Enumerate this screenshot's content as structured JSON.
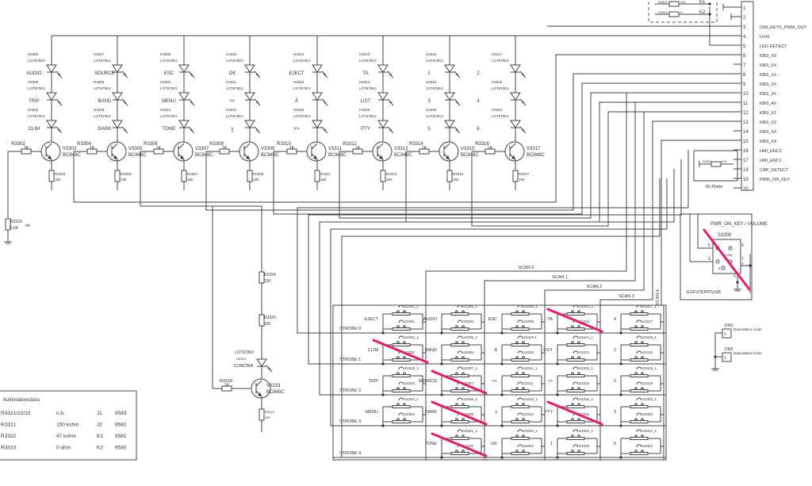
{
  "led_columns": [
    {
      "leds": [
        {
          "ref": "H3305",
          "type": "LOT670K2",
          "label": "AUDIO"
        },
        {
          "ref": "H3303",
          "type": "LOT670K2",
          "label": "TRIP"
        },
        {
          "ref": "H3302",
          "type": "LOT670K2",
          "label": "CLIM"
        }
      ],
      "base_res": {
        "ref": "R3302",
        "value": "1K"
      },
      "transistor": {
        "ref": "V3303",
        "type": "BC848C"
      },
      "emitter_res": {
        "ref": "R3303",
        "value": "180"
      }
    },
    {
      "leds": [
        {
          "ref": "H3307",
          "type": "LOT670K2",
          "label": "SOURCE"
        },
        {
          "ref": "H3306",
          "type": "LOT670K2",
          "label": "BAND"
        },
        {
          "ref": "H3308",
          "type": "LOT670K2",
          "label": "DARK"
        }
      ],
      "base_res": {
        "ref": "R3304",
        "value": "1K"
      },
      "transistor": {
        "ref": "V3305",
        "type": "BC848C"
      },
      "emitter_res": {
        "ref": "R3305",
        "value": "180"
      }
    },
    {
      "leds": [
        {
          "ref": "H3309",
          "type": "LOT670K2",
          "label": "ESC"
        },
        {
          "ref": "H3304",
          "type": "LOT670K2",
          "label": "MENU"
        },
        {
          "ref": "H3321",
          "type": "LOT670K2",
          "label": "TONE"
        }
      ],
      "base_res": {
        "ref": "R3306",
        "value": "1K"
      },
      "transistor": {
        "ref": "V3307",
        "type": "BC848C"
      },
      "emitter_res": {
        "ref": "R3307",
        "value": "180"
      }
    },
    {
      "leds": [
        {
          "ref": "H3322",
          "type": "LOT670K2",
          "label": "OK"
        },
        {
          "ref": "H3311",
          "type": "LOT670K2",
          "label": "<<"
        },
        {
          "ref": "H3312",
          "type": "LOT670K2",
          "label": "v"
        }
      ],
      "base_res": {
        "ref": "R3308",
        "value": "1K"
      },
      "transistor": {
        "ref": "V3309",
        "type": "BC848C"
      },
      "emitter_res": {
        "ref": "R3309",
        "value": "180"
      }
    },
    {
      "leds": [
        {
          "ref": "H3301",
          "type": "LOT670K2",
          "label": "EJECT"
        },
        {
          "ref": "H3310",
          "type": "LOT670K2",
          "label": "Ā"
        },
        {
          "ref": "H3315",
          "type": "LOT670K2",
          "label": ">>"
        }
      ],
      "base_res": {
        "ref": "R3310",
        "value": "1K"
      },
      "transistor": {
        "ref": "V3311",
        "type": "BC848C"
      },
      "emitter_res": {
        "ref": "R3311",
        "value": "180"
      }
    },
    {
      "leds": [
        {
          "ref": "H3313",
          "type": "LOT670K2",
          "label": "TA"
        },
        {
          "ref": "H3314",
          "type": "LOT670K2",
          "label": "LIST"
        },
        {
          "ref": "H3316",
          "type": "LOT670K2",
          "label": "PTY"
        }
      ],
      "base_res": {
        "ref": "R3312",
        "value": "1K"
      },
      "transistor": {
        "ref": "V3313",
        "type": "BC848C"
      },
      "emitter_res": {
        "ref": "R3313",
        "value": "180"
      }
    },
    {
      "leds": [
        {
          "ref": "H3323",
          "type": "LOT670K2",
          "label": "1"
        },
        {
          "ref": "H3318",
          "type": "LOT670K2",
          "label": "3"
        },
        {
          "ref": "H3320",
          "type": "LOT670K2",
          "label": "5"
        }
      ],
      "base_res": {
        "ref": "R3314",
        "value": "1K"
      },
      "transistor": {
        "ref": "V3315",
        "type": "BC848C"
      },
      "emitter_res": {
        "ref": "R3315",
        "value": "180"
      }
    },
    {
      "leds": [
        {
          "ref": "H3317",
          "type": "LOT670K2",
          "label": "2"
        },
        {
          "ref": "H3319",
          "type": "LOT670K2",
          "label": "4"
        },
        {
          "ref": "H3324",
          "type": "LOT670K2",
          "label": "6"
        }
      ],
      "base_res": {
        "ref": "R3316",
        "value": "1K"
      },
      "transistor": {
        "ref": "V3317",
        "type": "BC848C"
      },
      "emitter_res": {
        "ref": "R3317",
        "value": "180"
      }
    }
  ],
  "corona": {
    "res1": {
      "ref": "R3324",
      "value": "150"
    },
    "res2": {
      "ref": "R3325",
      "value": "150"
    },
    "led": {
      "type": "LOT670K2",
      "ref": "H3300",
      "label": "CORONA"
    },
    "base_res": {
      "ref": "R3318",
      "value": "1K"
    },
    "transistor": {
      "ref": "V3319",
      "type": "BC848C"
    },
    "emitter_res": {
      "ref": "R3319",
      "value": "180"
    }
  },
  "r3329": {
    "ref": "R3329",
    "value": "5,6K",
    "note": "nb."
  },
  "connector": {
    "pins": [
      {
        "num": "1",
        "label": ""
      },
      {
        "num": "2",
        "label": ""
      },
      {
        "num": "3",
        "label": "DIM_KEYS_PWM_OUT"
      },
      {
        "num": "4",
        "label": "U141"
      },
      {
        "num": "5",
        "label": "LED-DETECT"
      },
      {
        "num": "6",
        "label": "KBD_X0"
      },
      {
        "num": "7",
        "label": "KBD_0X"
      },
      {
        "num": "8",
        "label": "KBD_1X"
      },
      {
        "num": "9",
        "label": "KBD_2X"
      },
      {
        "num": "10",
        "label": "KBD_3X"
      },
      {
        "num": "11",
        "label": "KBD_4X"
      },
      {
        "num": "12",
        "label": "KBD_X1"
      },
      {
        "num": "13",
        "label": "KBD_X2"
      },
      {
        "num": "14",
        "label": "KBD_X3"
      },
      {
        "num": "15",
        "label": "KBD_X4"
      },
      {
        "num": "16",
        "label": "HMI_ENC2"
      },
      {
        "num": "17",
        "label": "HMI_ENC1"
      },
      {
        "num": "18",
        "label": "CAP_DETECT"
      },
      {
        "num": "19",
        "label": "PWR_ON_KEY"
      },
      {
        "num": "20",
        "label": ""
      }
    ]
  },
  "option_box": {
    "r1": {
      "ref": "R3322",
      "value": "47k",
      "jumper": "K1"
    },
    "r2": {
      "ref": "R3323",
      "value": "0",
      "jumper": "K2"
    }
  },
  "id_plate": {
    "label": "ID-Platte",
    "res": {
      "ref": "R3301",
      "value": "47k"
    }
  },
  "power_key": {
    "title": "PWR_ON_KEY / VOLUME",
    "ref": "S3300",
    "part": "EVEVOOPF516B",
    "com": "COM",
    "a": "A",
    "pins": [
      "5",
      "4",
      "3",
      "1",
      "2",
      "6"
    ],
    "struck": true
  },
  "data_matrix": [
    {
      "ref": "DM1",
      "pin": "1",
      "label": "Data-Matrix-Code"
    },
    {
      "ref": "DM2",
      "pin": "1",
      "label": "Data-Matrix-Code"
    }
  ],
  "matrix": {
    "strobes": [
      "STROBE 0",
      "STROBE 1",
      "STROBE 2",
      "STROBE 3",
      "STROBE 4"
    ],
    "scans": [
      "SCAN 0",
      "SCAN 1",
      "SCAN 2",
      "SCAN 3",
      "SCAN 4"
    ],
    "rows": [
      [
        {
          "label": "EJECT",
          "top": "S3301_1",
          "bottom": "S3301"
        },
        {
          "label": "AUDIO",
          "top": "S3305_1",
          "bottom": "S3305"
        },
        {
          "label": "ESC",
          "top": "S3309_1",
          "bottom": "S3309"
        },
        {
          "label": "TA",
          "top": "S3313_1",
          "bottom": "S3313",
          "struck": true
        },
        {
          "label": "4",
          "top": "S3317_1",
          "bottom": "S3317"
        }
      ],
      [
        {
          "label": "CLIM",
          "top": "S3302_1",
          "bottom": "S3302",
          "struck": true
        },
        {
          "label": "BAND",
          "top": "S3306_1",
          "bottom": "S3306"
        },
        {
          "label": "Ā",
          "top": "S3310-1",
          "bottom": "S3310"
        },
        {
          "label": "LIST",
          "top": "S3314_1",
          "bottom": "S3314"
        },
        {
          "label": "2",
          "top": "S3318_1",
          "bottom": "S3318"
        }
      ],
      [
        {
          "label": "TRIP",
          "top": "S3303_1",
          "bottom": "S3303"
        },
        {
          "label": "SOURCE",
          "top": "S3307_1",
          "bottom": "S3307",
          "struck": true
        },
        {
          "label": "<<",
          "top": "S3311_1",
          "bottom": "S3311"
        },
        {
          "label": ">>",
          "top": "S3315_1",
          "bottom": "S3315"
        },
        {
          "label": "5",
          "top": "S3319_1",
          "bottom": "S3319"
        }
      ],
      [
        {
          "label": "MENU",
          "top": "S3304_1",
          "bottom": "S3304"
        },
        {
          "label": "DARK",
          "top": "S3308_1",
          "bottom": "S3308",
          "struck": true
        },
        {
          "label": "v",
          "top": "S3312_1",
          "bottom": "S3312"
        },
        {
          "label": "PTY",
          "top": "S3316_1",
          "bottom": "S3316",
          "struck": true
        },
        {
          "label": "3",
          "top": "S3320_1",
          "bottom": "S3320"
        }
      ],
      [
        null,
        {
          "label": "TONE",
          "top": "S3321_1",
          "bottom": "S3321",
          "struck": true
        },
        {
          "label": "OK",
          "top": "S3322_1",
          "bottom": "S3322"
        },
        {
          "label": "1",
          "top": "S3323_1",
          "bottom": "S3323"
        },
        {
          "label": "6",
          "top": "S3324_1",
          "bottom": "S3324"
        }
      ]
    ]
  },
  "illumination_table": {
    "title": "Iluminationclass",
    "rows": [
      [
        "R3321/22/23",
        "n.b.",
        "J1",
        "9583"
      ],
      [
        "R3321",
        "150 kohm",
        "J2",
        "9582"
      ],
      [
        "R3322",
        "47 kohm",
        "K1",
        "9581"
      ],
      [
        "R3323",
        "0  ohm",
        "K2",
        "9580"
      ]
    ]
  },
  "colors": {
    "wire": "#444444",
    "strike": "#e8196e"
  }
}
